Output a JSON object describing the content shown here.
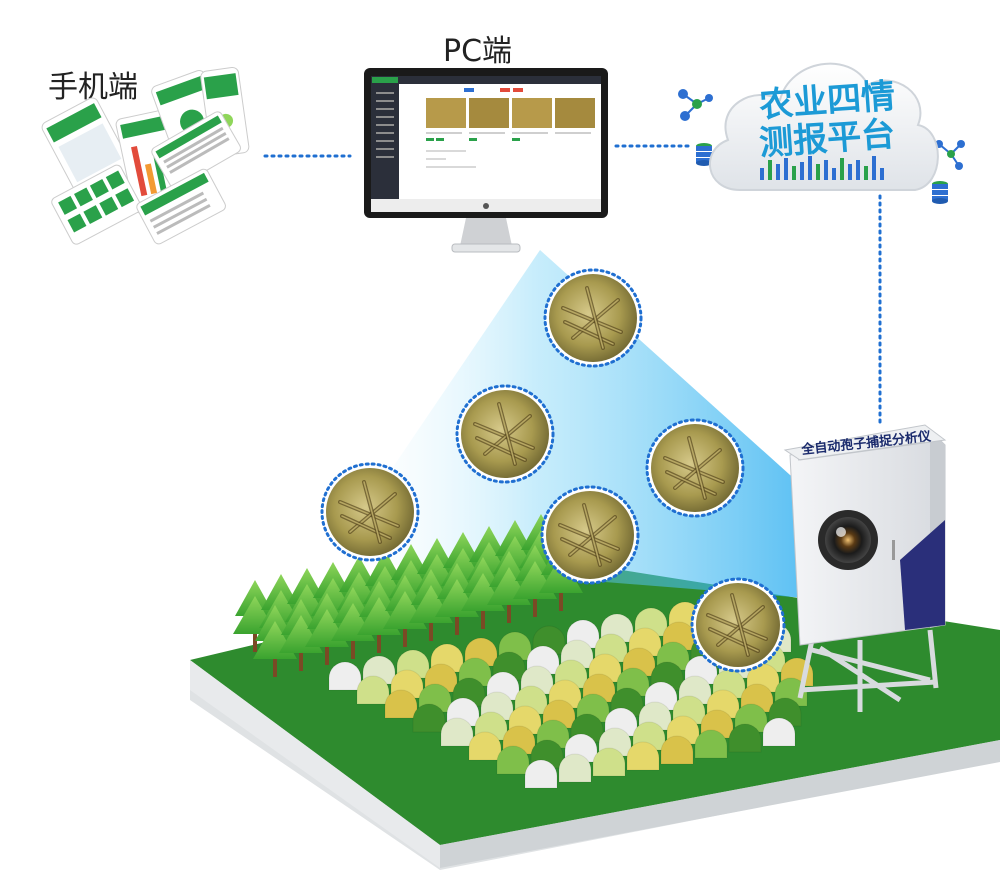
{
  "labels": {
    "mobile": "手机端",
    "pc": "PC端",
    "cloud_line1": "农业四情",
    "cloud_line2": "测报平台",
    "device": "全自动孢子捕捉分析仪"
  },
  "colors": {
    "connector": "#1f6fd1",
    "beam": "#39b7f0",
    "cloud_text": "#1c9ad6",
    "ground": "#2e8b2e",
    "device_accent": "#2a2f7a",
    "app_green": "#2aa14a"
  },
  "icons": {
    "network": "network-node-icon",
    "database": "database-icon",
    "camera": "camera-lens-icon",
    "apple": "apple-logo-icon"
  }
}
